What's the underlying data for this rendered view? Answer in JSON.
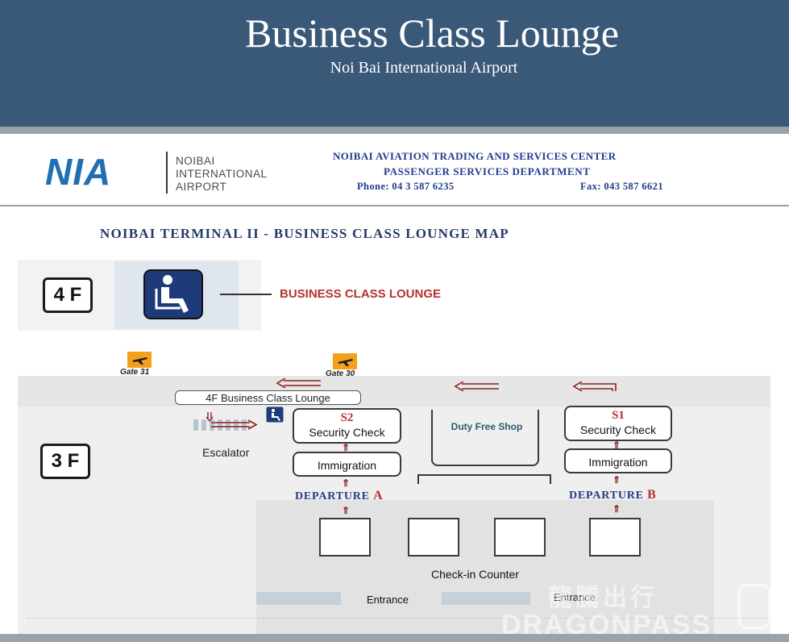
{
  "header": {
    "title": "Business Class Lounge",
    "subtitle": "Noi Bai International Airport"
  },
  "logo": {
    "letters": "NIA",
    "name_lines": [
      "NOIBAI",
      "INTERNATIONAL",
      "AIRPORT"
    ]
  },
  "center_info": {
    "line1": "NOIBAI AVIATION TRADING AND SERVICES CENTER",
    "line2": "PASSENGER SERVICES DEPARTMENT",
    "phone": "Phone: 04 3 587 6235",
    "fax": "Fax: 043 587 6621"
  },
  "map": {
    "title": "NOIBAI TERMINAL II -  BUSINESS CLASS LOUNGE MAP",
    "floor_4": {
      "badge": "4 F",
      "lounge_label": "BUSINESS CLASS LOUNGE"
    },
    "floor_3": {
      "badge": "3 F",
      "gates": [
        "Gate 31",
        "Gate 30"
      ],
      "lounge_box": "4F Business Class Lounge",
      "escalator": "Escalator",
      "security_s2": {
        "code": "S2",
        "label": "Security Check"
      },
      "security_s1": {
        "code": "S1",
        "label": "Security Check"
      },
      "immigration": "Immigration",
      "duty_free": "Duty Free Shop",
      "departure_a": {
        "word": "DEPARTURE",
        "letter": "A"
      },
      "departure_b": {
        "word": "DEPARTURE",
        "letter": "B"
      },
      "checkin": "Check-in Counter",
      "entrance": "Entrance"
    }
  },
  "watermark": {
    "cn": "龍騰出行",
    "en": "DRAGONPASS"
  },
  "colors": {
    "header_bg": "#3a5878",
    "nia_blue": "#1f6fb3",
    "label_red": "#b5322f",
    "navy_text": "#233a66"
  }
}
